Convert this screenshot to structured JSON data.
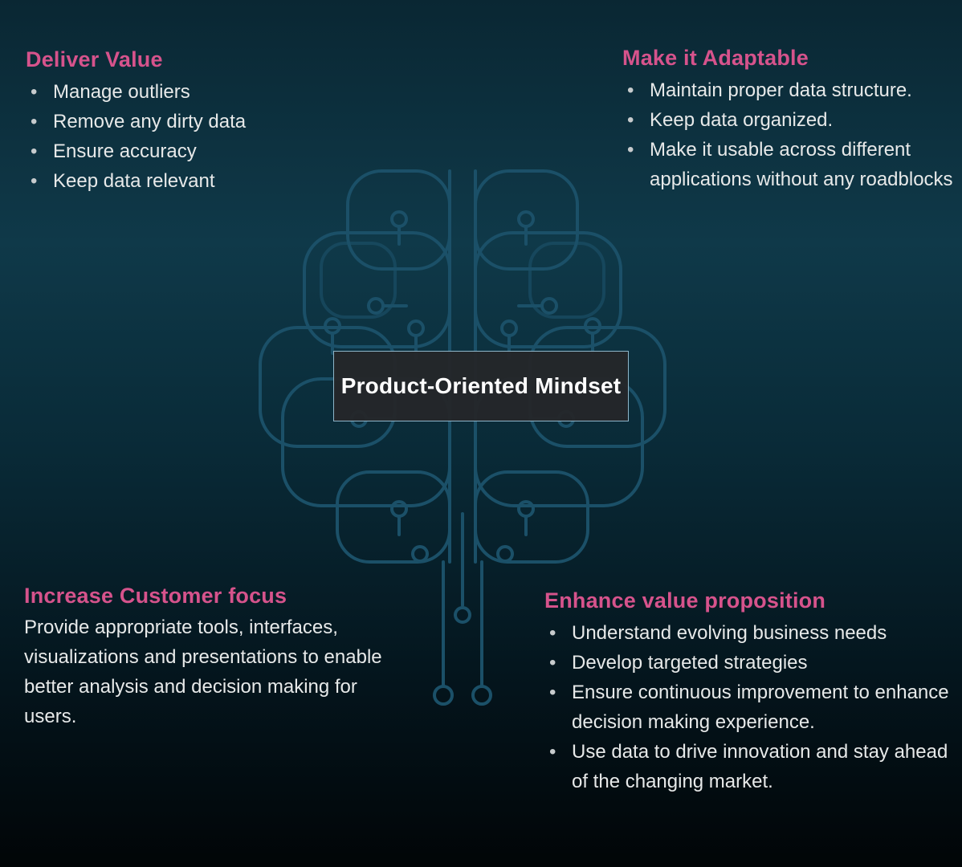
{
  "center": {
    "title": "Product-Oriented Mindset"
  },
  "sections": {
    "deliver_value": {
      "heading": "Deliver Value",
      "bullets": [
        "Manage outliers",
        "Remove any dirty data",
        "Ensure accuracy",
        "Keep data relevant"
      ]
    },
    "make_adaptable": {
      "heading": "Make it Adaptable",
      "bullets": [
        "Maintain proper data structure.",
        "Keep data organized.",
        "Make it usable across different applications without any roadblocks"
      ]
    },
    "customer_focus": {
      "heading": "Increase Customer focus",
      "paragraph": "Provide appropriate tools, interfaces, visualizations and presentations to enable better analysis and decision making for users."
    },
    "value_proposition": {
      "heading": "Enhance value proposition",
      "bullets": [
        "Understand evolving business needs",
        "Develop targeted strategies",
        "Ensure continuous improvement to enhance decision making experience.",
        "Use data to drive innovation and stay ahead of the changing market."
      ]
    }
  },
  "icons": {
    "brain_graphic": "circuit-brain-icon"
  },
  "colors": {
    "heading_accent": "#d6538c",
    "body_text": "#e7e9e9",
    "background_top": "#0f3949",
    "background_bottom": "#010507",
    "circuit_stroke": "#1b5068",
    "center_box_bg": "#24262a",
    "center_box_border": "#8fb6c9"
  }
}
